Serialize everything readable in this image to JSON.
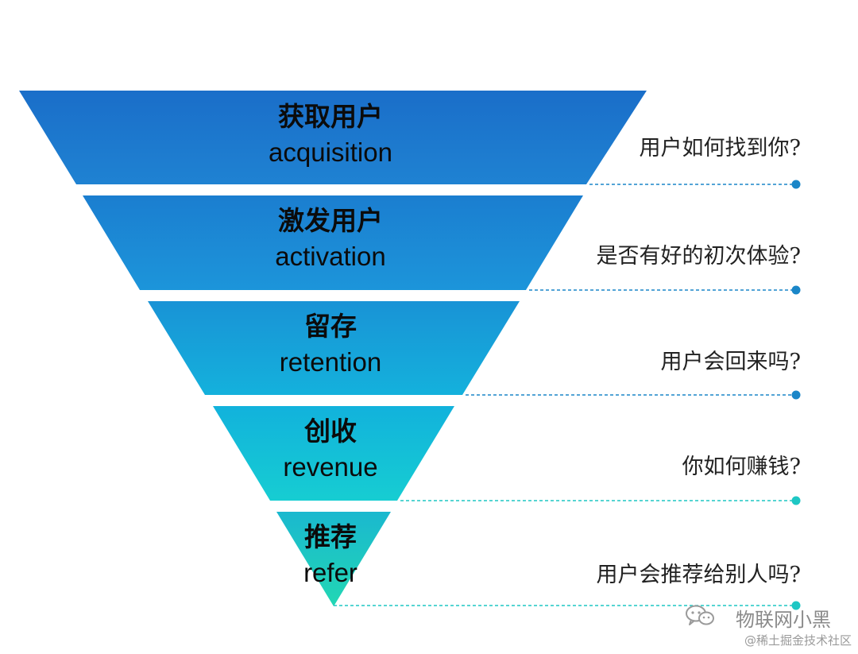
{
  "colors": {
    "tier_gradients": [
      [
        "#1a6ec9",
        "#1f82d2"
      ],
      [
        "#1b7ed0",
        "#1c95da"
      ],
      [
        "#1993d6",
        "#14b1dc"
      ],
      [
        "#12b2dc",
        "#16cdd2"
      ],
      [
        "#1ab8cf",
        "#22d7b4"
      ]
    ],
    "connector": "#1a86c8",
    "connector_end": "#1ec7c4",
    "text": "#0b0b0b",
    "question_text": "#222222"
  },
  "funnel": {
    "tiers": [
      {
        "title_cn": "获取用户",
        "title_en": "acquisition",
        "question": "用户如何找到你?"
      },
      {
        "title_cn": "激发用户",
        "title_en": "activation",
        "question": "是否有好的初次体验?"
      },
      {
        "title_cn": "留存",
        "title_en": "retention",
        "question": "用户会回来吗?"
      },
      {
        "title_cn": "创收",
        "title_en": "revenue",
        "question": "你如何赚钱?"
      },
      {
        "title_cn": "推荐",
        "title_en": "refer",
        "question": "用户会推荐给别人吗?"
      }
    ]
  },
  "watermark": {
    "icon": "wechat-icon",
    "name": "物联网小黑",
    "site": "@稀土掘金技术社区"
  }
}
